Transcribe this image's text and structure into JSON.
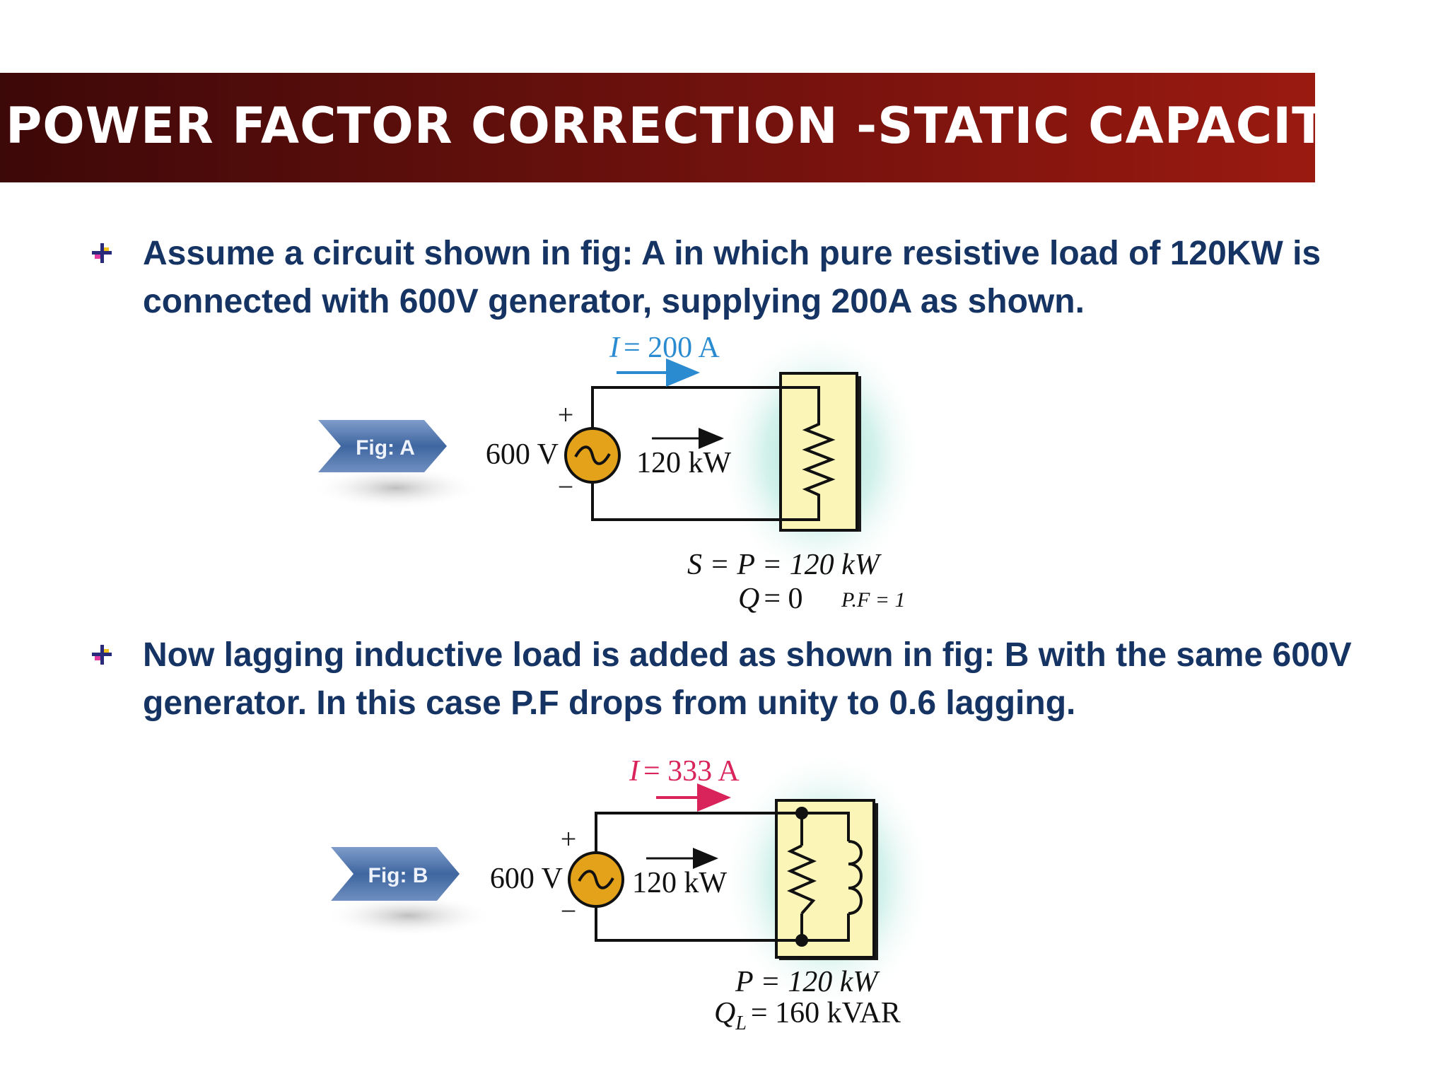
{
  "slide": {
    "title": "POWER FACTOR CORRECTION -STATIC CAPACITOR",
    "bullets": [
      "Assume a circuit shown in fig: A in which pure resistive load of 120KW is connected with 600V generator, supplying 200A as shown.",
      "Now lagging inductive load is added as shown in fig: B with the same 600V generator. In  this case P.F drops from unity to 0.6 lagging."
    ],
    "bullet_icon": "plus-bullet-icon"
  },
  "fig_a": {
    "tag": "Fig: A",
    "current_symbol": "I",
    "current_value": "= 200 A",
    "voltage": "600 V",
    "plus": "+",
    "minus": "−",
    "power": "120 kW",
    "eq1": "S = P = 120 kW",
    "eq2_sym": "Q",
    "eq2_val": "= 0",
    "pf": "P.F = 1",
    "current_color": "#2a8bd0"
  },
  "fig_b": {
    "tag": "Fig: B",
    "current_symbol": "I",
    "current_value": "= 333 A",
    "voltage": "600 V",
    "plus": "+",
    "minus": "−",
    "power": "120 kW",
    "eq1": "P = 120 kW",
    "eq2_sym": "Q",
    "eq2_sub": "L",
    "eq2_val": "= 160 kVAR",
    "current_color": "#d8245a"
  },
  "colors": {
    "title_bar": "#7a130e",
    "text": "#163463",
    "source_fill": "#e3a21a",
    "load_fill": "#fbf5b8",
    "tag_fill": "#4a72a8"
  }
}
